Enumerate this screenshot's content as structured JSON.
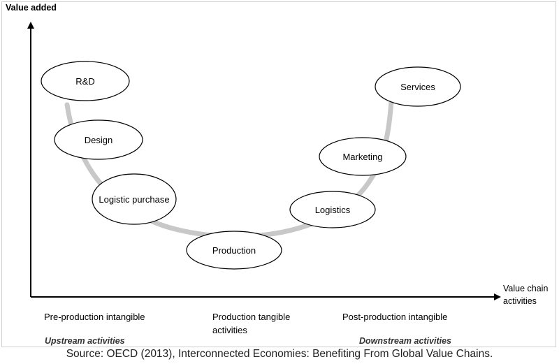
{
  "axis": {
    "y_label": "Value added",
    "x_label": "Value chain activities"
  },
  "stages": [
    {
      "id": "rnd",
      "label": "R&D"
    },
    {
      "id": "design",
      "label": "Design"
    },
    {
      "id": "logistic-purchase",
      "label": "Logistic purchase"
    },
    {
      "id": "production",
      "label": "Production"
    },
    {
      "id": "logistics",
      "label": "Logistics"
    },
    {
      "id": "marketing",
      "label": "Marketing"
    },
    {
      "id": "services",
      "label": "Services"
    }
  ],
  "phases": [
    {
      "label": "Pre-production intangible"
    },
    {
      "label": "Production tangible activities"
    },
    {
      "label": "Post-production intangible"
    }
  ],
  "streams": {
    "upstream": "Upstream activities",
    "downstream": "Downstream activities"
  },
  "source": "Source: OECD (2013), Interconnected Economies: Benefiting From Global Value Chains.",
  "colors": {
    "curve": "#c8c8c8",
    "axis": "#000000",
    "node_fill": "#ffffff",
    "node_stroke": "#000000"
  }
}
